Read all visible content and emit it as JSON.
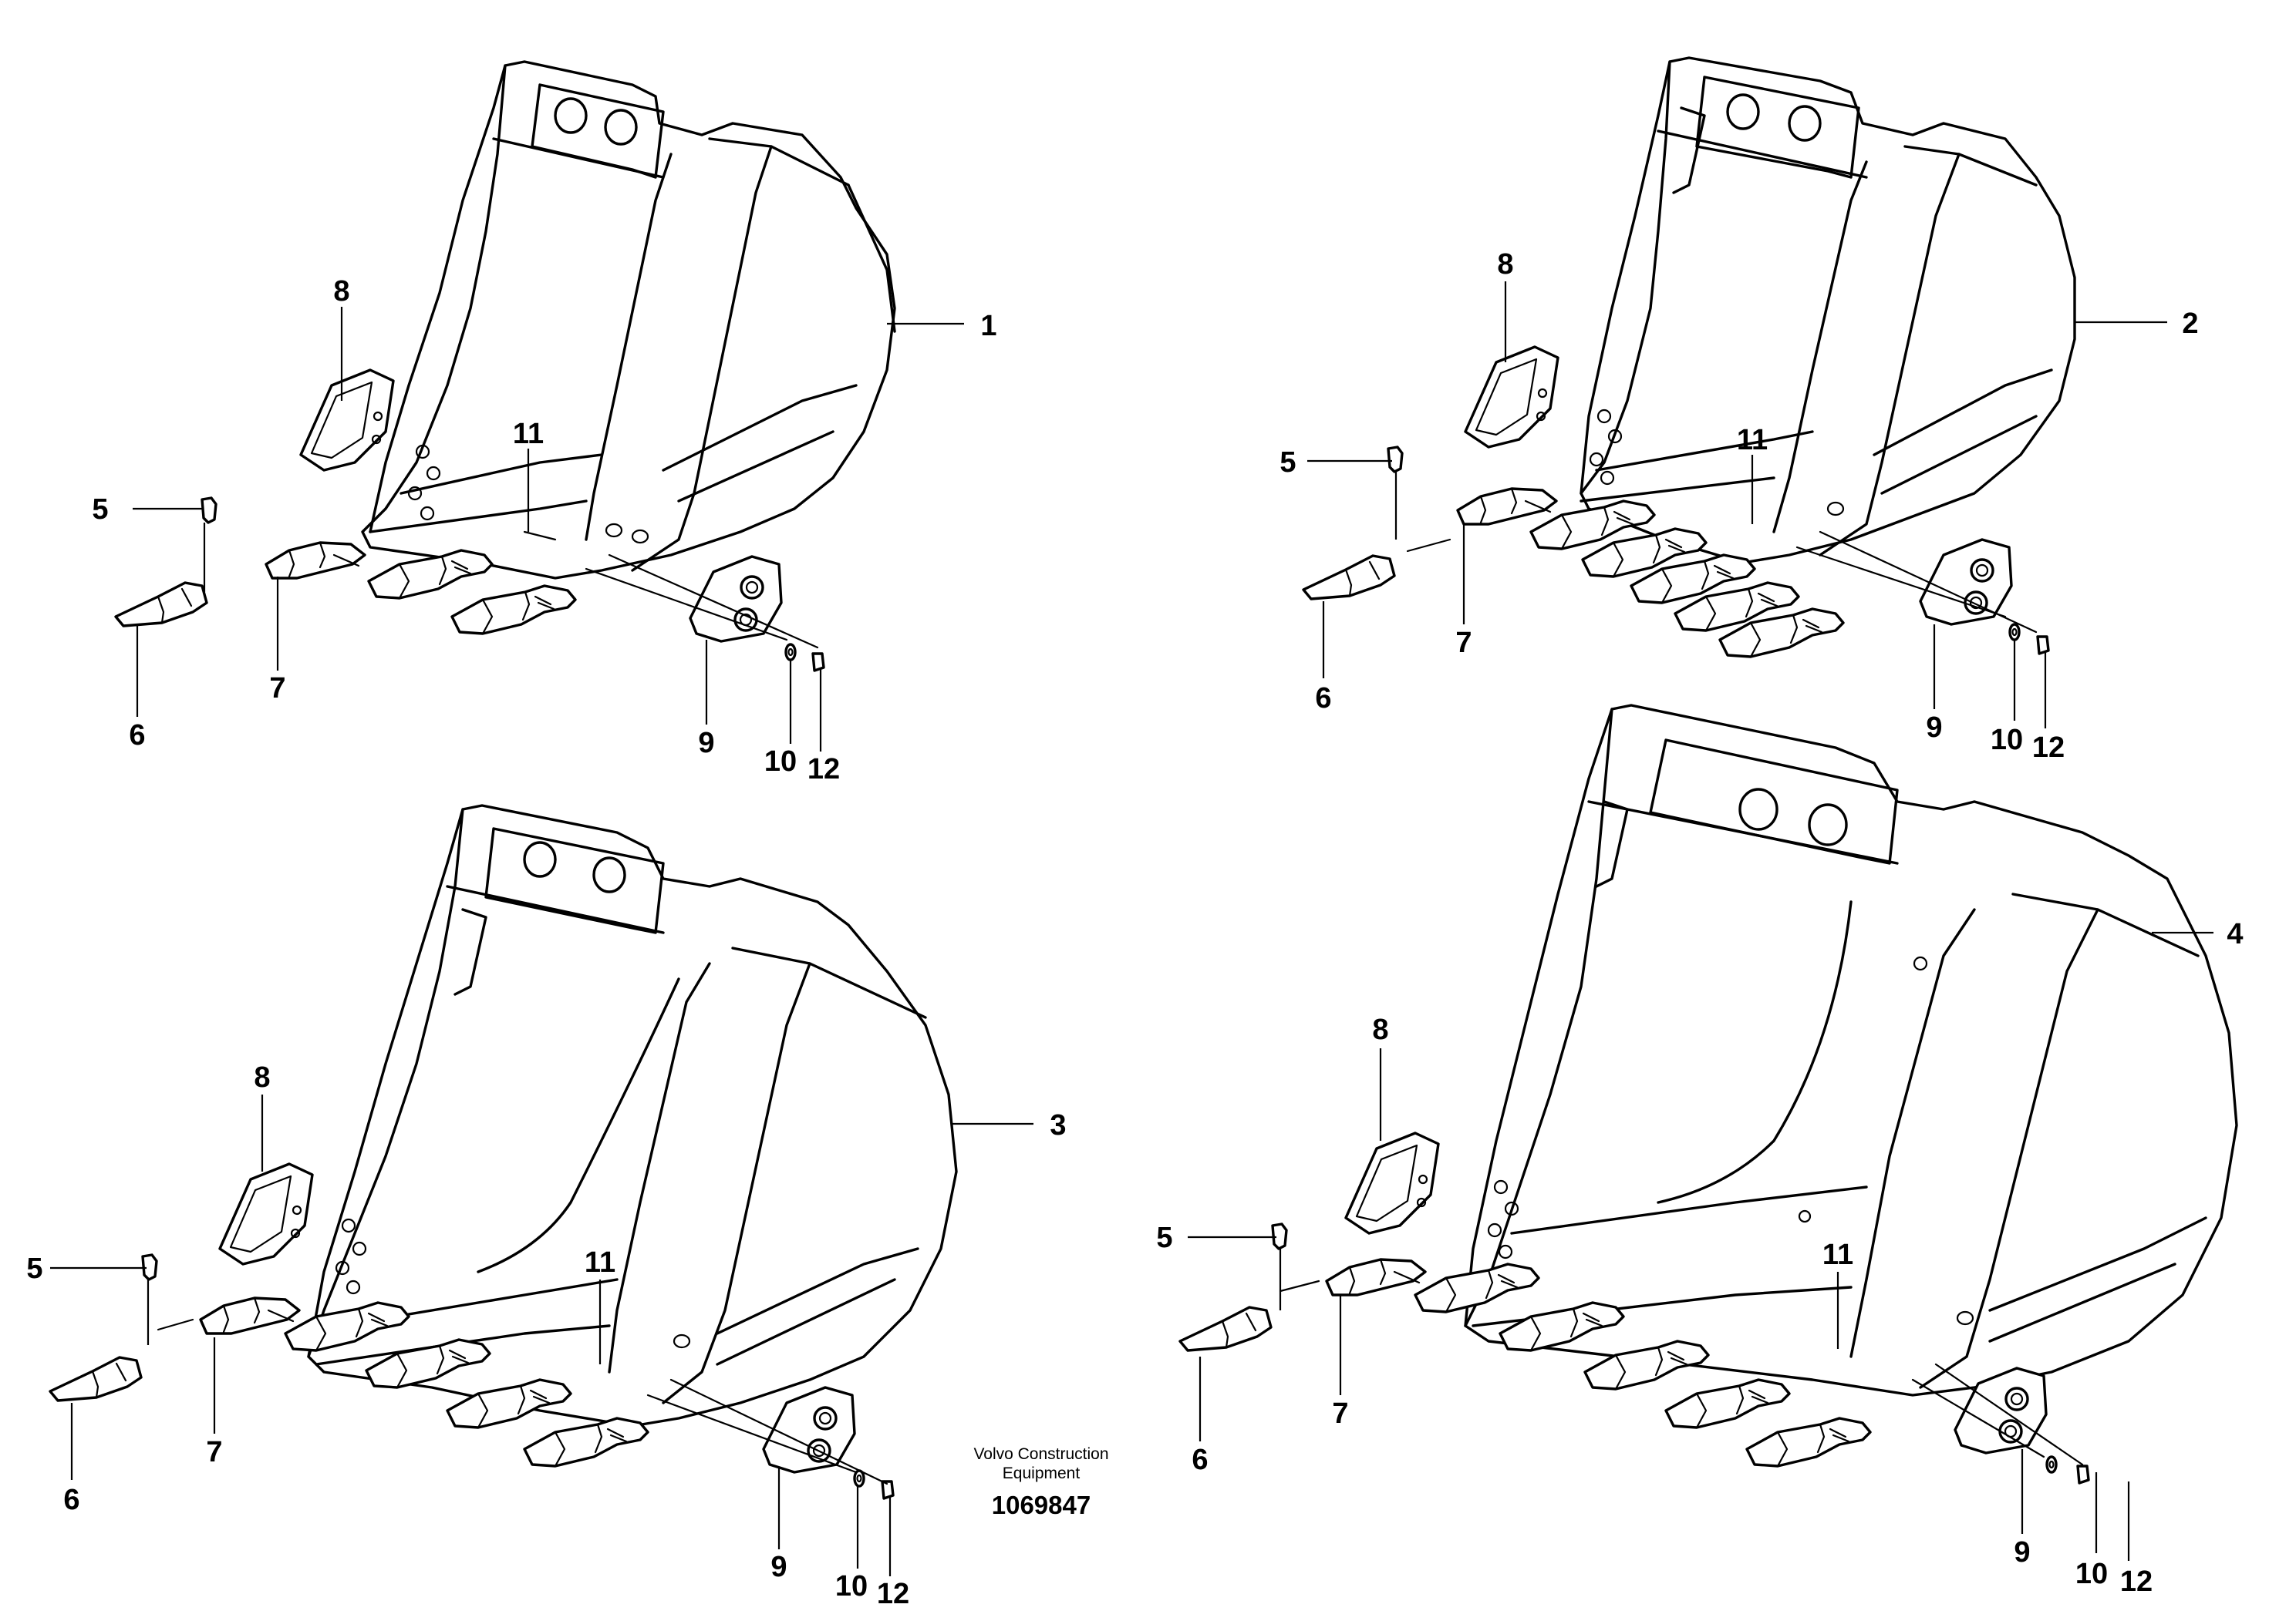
{
  "drawing": {
    "footer": {
      "company_line1": "Volvo Construction",
      "company_line2": "Equipment",
      "drawing_number": "1069847"
    },
    "views": [
      {
        "name": "bucket-view-1",
        "callouts": {
          "bucket": "1",
          "c5": "5",
          "c6": "6",
          "c7": "7",
          "c8": "8",
          "c9": "9",
          "c10": "10",
          "c11": "11",
          "c12": "12"
        }
      },
      {
        "name": "bucket-view-2",
        "callouts": {
          "bucket": "2",
          "c5": "5",
          "c6": "6",
          "c7": "7",
          "c8": "8",
          "c9": "9",
          "c10": "10",
          "c11": "11",
          "c12": "12"
        }
      },
      {
        "name": "bucket-view-3",
        "callouts": {
          "bucket": "3",
          "c5": "5",
          "c6": "6",
          "c7": "7",
          "c8": "8",
          "c9": "9",
          "c10": "10",
          "c11": "11",
          "c12": "12"
        }
      },
      {
        "name": "bucket-view-4",
        "callouts": {
          "bucket": "4",
          "c5": "5",
          "c6": "6",
          "c7": "7",
          "c8": "8",
          "c9": "9",
          "c10": "10",
          "c11": "11",
          "c12": "12"
        }
      }
    ]
  }
}
